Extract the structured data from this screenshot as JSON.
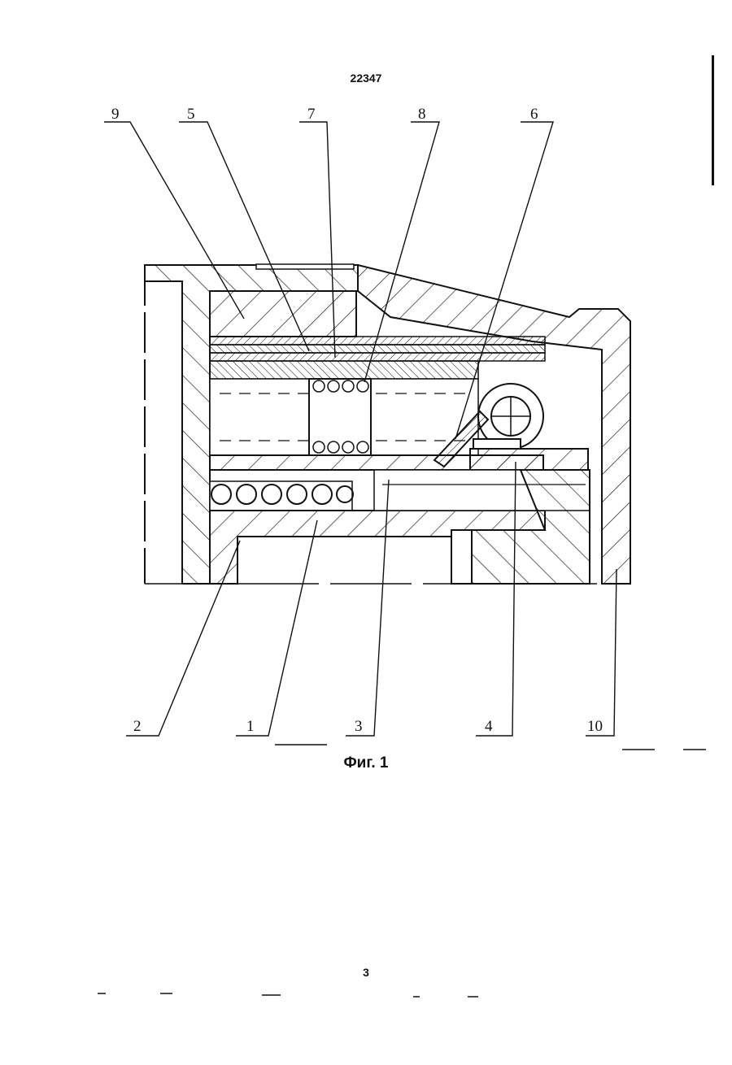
{
  "document": {
    "number": "22347",
    "figure_caption": "Фиг. 1",
    "page_number": "3"
  },
  "callouts": [
    {
      "label": "9"
    },
    {
      "label": "5"
    },
    {
      "label": "7"
    },
    {
      "label": "8"
    },
    {
      "label": "6"
    },
    {
      "label": "2"
    },
    {
      "label": "1"
    },
    {
      "label": "3"
    },
    {
      "label": "4"
    },
    {
      "label": "10"
    }
  ]
}
